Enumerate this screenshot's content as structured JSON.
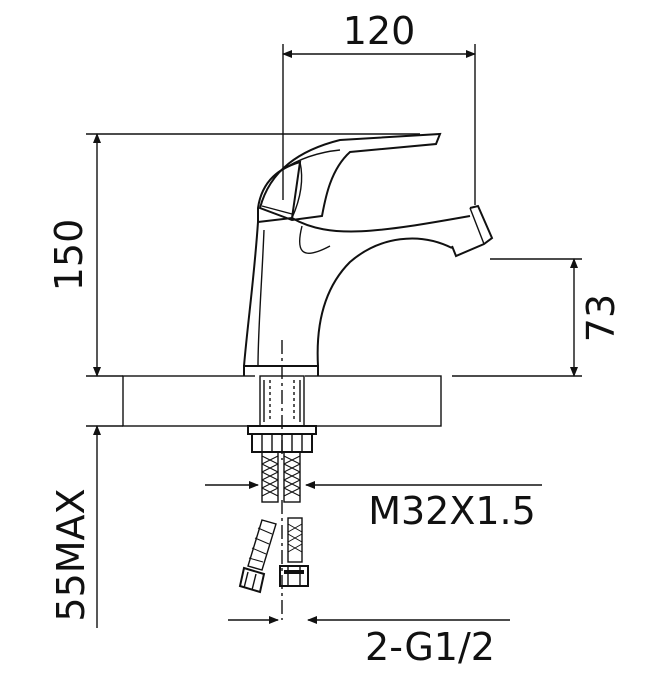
{
  "dimensions": {
    "width_top": "120",
    "height_total": "150",
    "spout_height": "73",
    "max_deck_thickness": "55MAX",
    "thread": "M32X1.5",
    "hose_connection": "2-G1/2"
  },
  "colors": {
    "line": "#111111",
    "background": "#ffffff"
  }
}
